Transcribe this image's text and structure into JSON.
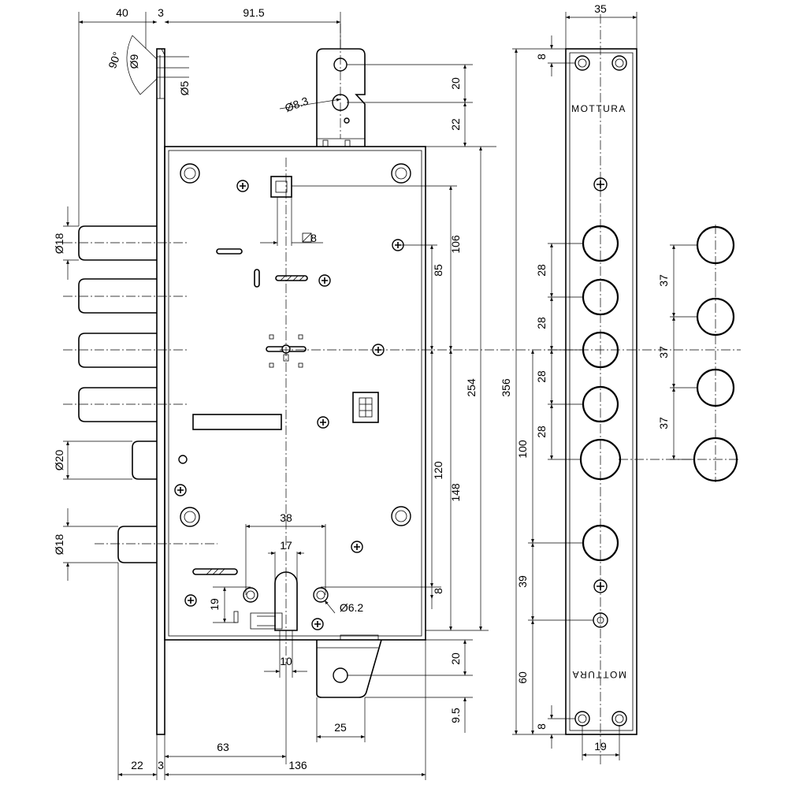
{
  "brand": {
    "top": "MOTTURA",
    "bottom": "MOTTURA"
  },
  "dimensions": {
    "top_40": "40",
    "top_3": "3",
    "top_91_5": "91.5",
    "angle_90": "90°",
    "dia_9": "Ø9",
    "dia_5": "Ø5",
    "dia_8_3": "Ø8.3",
    "h_20_top": "20",
    "h_22_top": "22",
    "square_8": "8",
    "v_106": "106",
    "v_85": "85",
    "v_254": "254",
    "v_356": "356",
    "v_120": "120",
    "v_148": "148",
    "v_8_cyl": "8",
    "v_20_bot": "20",
    "v_9_5": "9.5",
    "dia_18_top": "Ø18",
    "dia_20": "Ø20",
    "dia_18_bot": "Ø18",
    "w_38": "38",
    "w_17": "17",
    "h_19": "19",
    "dia_6_2": "Ø6.2",
    "w_10": "10",
    "w_25": "25",
    "w_63": "63",
    "w_22": "22",
    "w_3_bot": "3",
    "w_136": "136",
    "strip_35": "35",
    "strip_8_top": "8",
    "strip_28_a": "28",
    "strip_28_b": "28",
    "strip_28_c": "28",
    "strip_28_d": "28",
    "strip_100": "100",
    "strip_39": "39",
    "strip_60": "60",
    "strip_8_bot": "8",
    "strip_19": "19",
    "pitch_37_a": "37",
    "pitch_37_b": "37",
    "pitch_37_c": "37"
  }
}
